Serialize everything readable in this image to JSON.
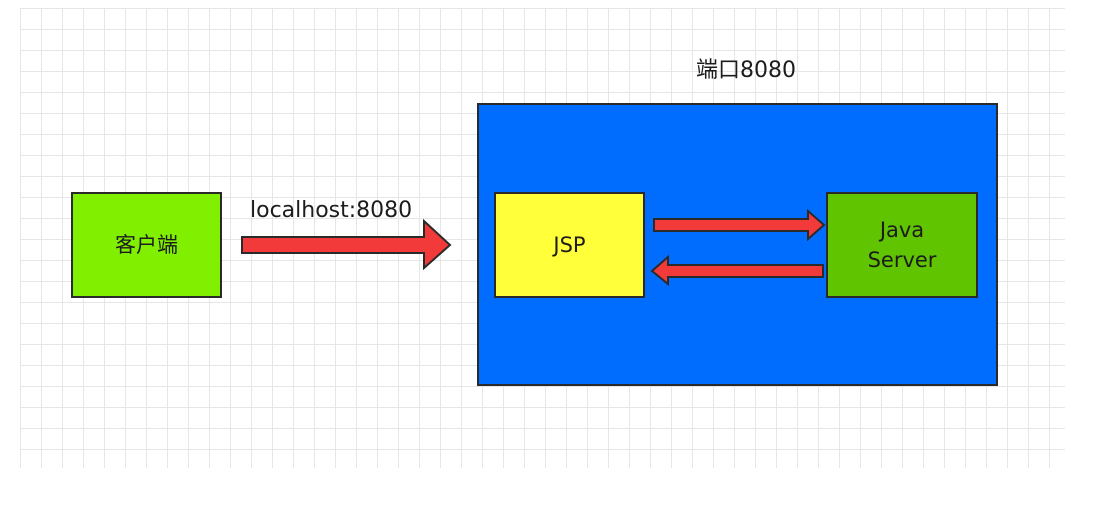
{
  "diagram": {
    "port_label": "端口8080",
    "url_label": "localhost:8080",
    "client": {
      "label": "客户端"
    },
    "jsp": {
      "label": "JSP"
    },
    "server": {
      "line1": "Java",
      "line2": "Server"
    }
  },
  "colors": {
    "grid_line": "#e6e6e6",
    "client_fill": "#80f000",
    "container_fill": "#006dff",
    "jsp_fill": "#ffff3a",
    "server_fill": "#60c400",
    "arrow_fill": "#f23a3a",
    "border": "#2a2a2a"
  }
}
